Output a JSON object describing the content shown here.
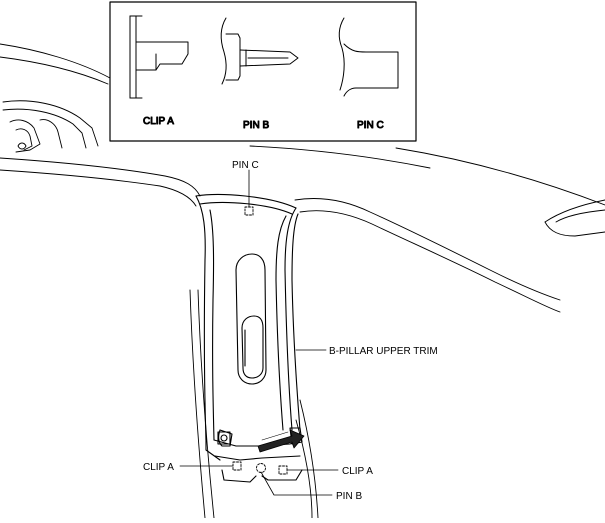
{
  "inset": {
    "clip_a_label": "CLIP A",
    "pin_b_label": "PIN B",
    "pin_c_label": "PIN C"
  },
  "callouts": {
    "pin_c": "PIN C",
    "trim": "B-PILLAR UPPER TRIM",
    "clip_a_left": "CLIP A",
    "clip_a_right": "CLIP A",
    "pin_b": "PIN B"
  },
  "colors": {
    "stroke": "#000000",
    "arrow_fill": "#222222",
    "background": "#ffffff"
  }
}
